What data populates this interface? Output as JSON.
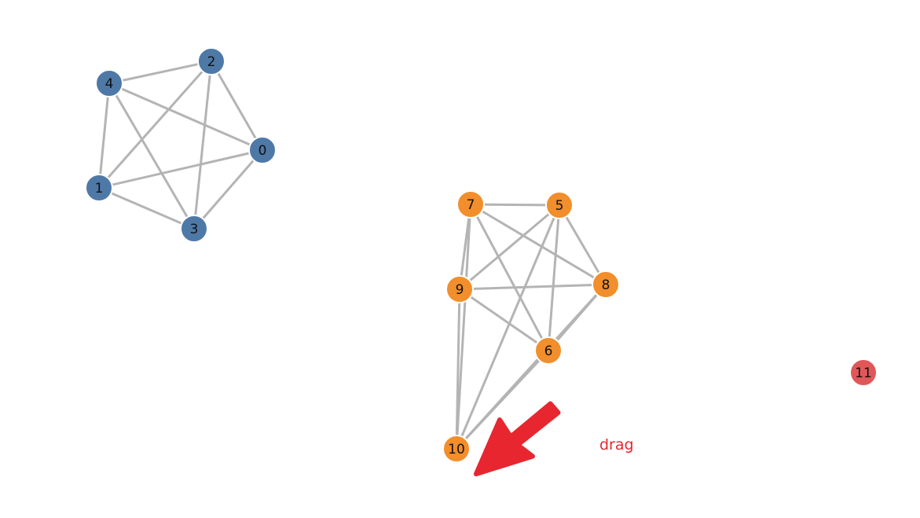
{
  "colors": {
    "group_1": "#4e79a7",
    "group_2": "#f28e2b",
    "group_3": "#e15759",
    "link": "#b4b4b4",
    "annotation": "#e8262f"
  },
  "nodes": [
    {
      "id": "0",
      "label": "0",
      "group": 1
    },
    {
      "id": "1",
      "label": "1",
      "group": 1
    },
    {
      "id": "2",
      "label": "2",
      "group": 1
    },
    {
      "id": "3",
      "label": "3",
      "group": 1
    },
    {
      "id": "4",
      "label": "4",
      "group": 1
    },
    {
      "id": "5",
      "label": "5",
      "group": 2
    },
    {
      "id": "6",
      "label": "6",
      "group": 2
    },
    {
      "id": "7",
      "label": "7",
      "group": 2
    },
    {
      "id": "8",
      "label": "8",
      "group": 2
    },
    {
      "id": "9",
      "label": "9",
      "group": 2
    },
    {
      "id": "10",
      "label": "10",
      "group": 2
    },
    {
      "id": "11",
      "label": "11",
      "group": 3
    }
  ],
  "links": [
    [
      "4",
      "2"
    ],
    [
      "4",
      "0"
    ],
    [
      "4",
      "3"
    ],
    [
      "4",
      "1"
    ],
    [
      "2",
      "0"
    ],
    [
      "2",
      "1"
    ],
    [
      "2",
      "3"
    ],
    [
      "1",
      "0"
    ],
    [
      "1",
      "3"
    ],
    [
      "0",
      "3"
    ],
    [
      "7",
      "5"
    ],
    [
      "7",
      "9"
    ],
    [
      "7",
      "10"
    ],
    [
      "7",
      "6"
    ],
    [
      "7",
      "8"
    ],
    [
      "5",
      "9"
    ],
    [
      "5",
      "8"
    ],
    [
      "5",
      "6"
    ],
    [
      "5",
      "10"
    ],
    [
      "9",
      "8"
    ],
    [
      "9",
      "6"
    ],
    [
      "9",
      "10"
    ],
    [
      "8",
      "6"
    ],
    [
      "8",
      "10"
    ],
    [
      "6",
      "10"
    ]
  ],
  "annotation": {
    "text": "drag",
    "arrow_icon": "arrow-down-left-icon"
  }
}
